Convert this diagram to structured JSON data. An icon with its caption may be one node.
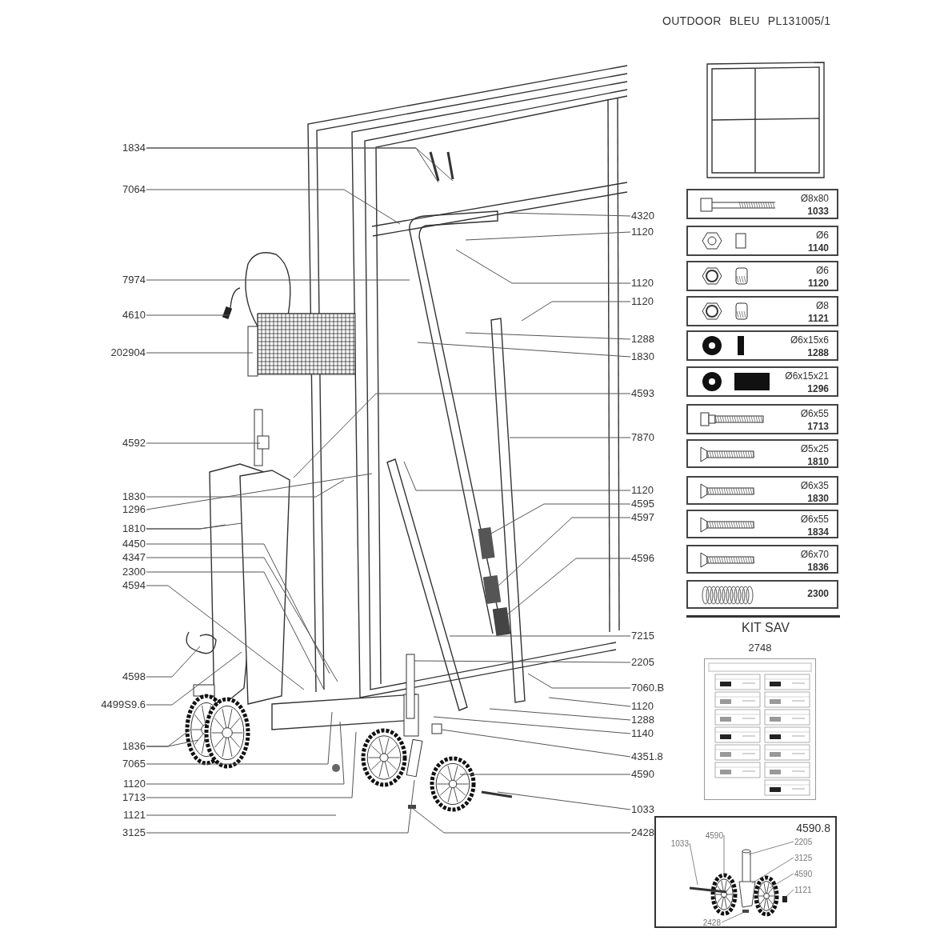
{
  "diagram": {
    "title": "OUTDOOR BLEU PL131005/1",
    "nodes": [
      {
        "text": [
          "1834"
        ]
      },
      {
        "text": [
          "7064"
        ]
      },
      {
        "text": [
          "7974"
        ]
      },
      {
        "text": [
          "4610"
        ]
      },
      {
        "text": [
          "202904"
        ]
      },
      {
        "text": [
          "4592"
        ]
      },
      {
        "text": [
          "1830"
        ]
      },
      {
        "text": [
          "1296"
        ]
      },
      {
        "text": [
          "1810"
        ]
      },
      {
        "text": [
          "4450"
        ]
      },
      {
        "text": [
          "4347"
        ]
      },
      {
        "text": [
          "2300"
        ]
      },
      {
        "text": [
          "4594"
        ]
      },
      {
        "text": [
          "4598"
        ]
      },
      {
        "text": [
          "4499S9.6"
        ]
      },
      {
        "text": [
          "1836"
        ]
      },
      {
        "text": [
          "7065"
        ]
      },
      {
        "text": [
          "1120"
        ]
      },
      {
        "text": [
          "1713"
        ]
      },
      {
        "text": [
          "1121"
        ]
      },
      {
        "text": [
          "3125"
        ]
      },
      {
        "text": [
          "4320"
        ]
      },
      {
        "text": [
          "1120"
        ]
      },
      {
        "text": [
          "1120"
        ]
      },
      {
        "text": [
          "1120"
        ]
      },
      {
        "text": [
          "1288"
        ]
      },
      {
        "text": [
          "1830"
        ]
      },
      {
        "text": [
          "4593"
        ]
      },
      {
        "text": [
          "7870"
        ]
      },
      {
        "text": [
          "1120"
        ]
      },
      {
        "text": [
          "4595"
        ]
      },
      {
        "text": [
          "4597"
        ]
      },
      {
        "text": [
          "4596"
        ]
      },
      {
        "text": [
          "7215"
        ]
      },
      {
        "text": [
          "2205"
        ]
      },
      {
        "text": [
          "7060.B"
        ]
      },
      {
        "text": [
          "1120"
        ]
      },
      {
        "text": [
          "1288"
        ]
      },
      {
        "text": [
          "1140"
        ]
      },
      {
        "text": [
          "4351.8"
        ]
      },
      {
        "text": [
          "4590"
        ]
      },
      {
        "text": [
          "1033"
        ]
      },
      {
        "text": [
          "2428"
        ]
      },
      {
        "text": [
          "Ø8x80",
          "1033"
        ]
      },
      {
        "text": [
          "Ø6",
          "1140"
        ]
      },
      {
        "text": [
          "Ø6",
          "1120"
        ]
      },
      {
        "text": [
          "Ø8",
          "1121"
        ]
      },
      {
        "text": [
          "Ø6x15x6",
          "1288"
        ]
      },
      {
        "text": [
          "Ø6x15x21",
          "1296"
        ]
      },
      {
        "text": [
          "Ø6x55",
          "1713"
        ]
      },
      {
        "text": [
          "Ø5x25",
          "1810"
        ]
      },
      {
        "text": [
          "Ø6x35",
          "1830"
        ]
      },
      {
        "text": [
          "Ø6x55",
          "1834"
        ]
      },
      {
        "text": [
          "Ø6x70",
          "1836"
        ]
      },
      {
        "text": [
          "2300"
        ]
      },
      {
        "text": [
          "2748"
        ]
      },
      {
        "text": [
          "4590.8"
        ]
      },
      {
        "text": [
          "2205"
        ],
        "in": 56
      },
      {
        "text": [
          "4590"
        ],
        "in": 56
      },
      {
        "text": [
          "3125"
        ],
        "in": 56
      },
      {
        "text": [
          "1033"
        ],
        "in": 56
      },
      {
        "text": [
          "4590"
        ],
        "in": 56
      },
      {
        "text": [
          "1121"
        ],
        "in": 56
      },
      {
        "text": [
          "2428"
        ],
        "in": 56
      },
      {
        "text": [],
        "shape": "picture"
      },
      {
        "text": [],
        "shape": "picture",
        "in": 56
      }
    ],
    "edges": [
      {
        "from": 0,
        "to": 64,
        "arrow": "none"
      },
      {
        "from": 0,
        "to": 64,
        "arrow": "none"
      },
      {
        "from": 1,
        "to": 64,
        "arrow": "none"
      },
      {
        "from": 2,
        "to": 64,
        "arrow": "none"
      },
      {
        "from": 3,
        "to": 64,
        "arrow": "none"
      },
      {
        "from": 4,
        "to": 64,
        "arrow": "none"
      },
      {
        "from": 5,
        "to": 64,
        "arrow": "none"
      },
      {
        "from": 6,
        "to": 64,
        "arrow": "none"
      },
      {
        "from": 7,
        "to": 64,
        "arrow": "none"
      },
      {
        "from": 8,
        "to": 64,
        "arrow": "none"
      },
      {
        "from": 8,
        "to": 64,
        "arrow": "none"
      },
      {
        "from": 9,
        "to": 64,
        "arrow": "none"
      },
      {
        "from": 10,
        "to": 64,
        "arrow": "none"
      },
      {
        "from": 11,
        "to": 64,
        "arrow": "none"
      },
      {
        "from": 12,
        "to": 64,
        "arrow": "none"
      },
      {
        "from": 13,
        "to": 64,
        "arrow": "none"
      },
      {
        "from": 14,
        "to": 64,
        "arrow": "none"
      },
      {
        "from": 15,
        "to": 64,
        "arrow": "none"
      },
      {
        "from": 15,
        "to": 64,
        "arrow": "none"
      },
      {
        "from": 16,
        "to": 64,
        "arrow": "none"
      },
      {
        "from": 17,
        "to": 64,
        "arrow": "none"
      },
      {
        "from": 18,
        "to": 64,
        "arrow": "none"
      },
      {
        "from": 19,
        "to": 64,
        "arrow": "none"
      },
      {
        "from": 20,
        "to": 64,
        "arrow": "none"
      },
      {
        "from": 21,
        "to": 64,
        "arrow": "none"
      },
      {
        "from": 22,
        "to": 64,
        "arrow": "none"
      },
      {
        "from": 23,
        "to": 64,
        "arrow": "none"
      },
      {
        "from": 24,
        "to": 64,
        "arrow": "none"
      },
      {
        "from": 25,
        "to": 64,
        "arrow": "none"
      },
      {
        "from": 26,
        "to": 64,
        "arrow": "none"
      },
      {
        "from": 27,
        "to": 64,
        "arrow": "none"
      },
      {
        "from": 28,
        "to": 64,
        "arrow": "none"
      },
      {
        "from": 29,
        "to": 64,
        "arrow": "none"
      },
      {
        "from": 30,
        "to": 64,
        "arrow": "none"
      },
      {
        "from": 31,
        "to": 64,
        "arrow": "none"
      },
      {
        "from": 32,
        "to": 64,
        "arrow": "none"
      },
      {
        "from": 33,
        "to": 64,
        "arrow": "none"
      },
      {
        "from": 34,
        "to": 64,
        "arrow": "none"
      },
      {
        "from": 35,
        "to": 64,
        "arrow": "none"
      },
      {
        "from": 36,
        "to": 64,
        "arrow": "none"
      },
      {
        "from": 37,
        "to": 64,
        "arrow": "none"
      },
      {
        "from": 38,
        "to": 64,
        "arrow": "none"
      },
      {
        "from": 39,
        "to": 64,
        "arrow": "none"
      },
      {
        "from": 40,
        "to": 64,
        "arrow": "none"
      },
      {
        "from": 41,
        "to": 64,
        "arrow": "none"
      },
      {
        "from": 42,
        "to": 64,
        "arrow": "none"
      },
      {
        "from": 57,
        "to": 65,
        "arrow": "none"
      },
      {
        "from": 58,
        "to": 65,
        "arrow": "none"
      },
      {
        "from": 59,
        "to": 65,
        "arrow": "none"
      },
      {
        "from": 60,
        "to": 65,
        "arrow": "none"
      },
      {
        "from": 61,
        "to": 65,
        "arrow": "none"
      },
      {
        "from": 62,
        "to": 65,
        "arrow": "none"
      },
      {
        "from": 63,
        "to": 65,
        "arrow": "none"
      }
    ],
    "labels": [
      "KIT SAV"
    ]
  }
}
